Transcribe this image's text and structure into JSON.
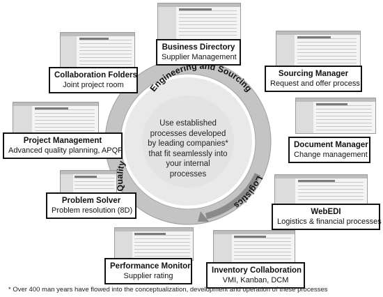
{
  "center_text": [
    "Use established",
    "processes developed",
    "by leading companies*",
    "that fit seamlessly into",
    "your internal",
    "processes"
  ],
  "ring_labels": {
    "top": "Engineering and Sourcing",
    "right": "Logistics",
    "left": "Quality"
  },
  "modules": [
    {
      "title": "Business Directory",
      "subtitle": "Supplier Management"
    },
    {
      "title": "Collaboration Folders",
      "subtitle": "Joint project room"
    },
    {
      "title": "Sourcing Manager",
      "subtitle": "Request and offer process"
    },
    {
      "title": "Project Management",
      "subtitle": "Advanced quality planning, APQP"
    },
    {
      "title": "Document Manager",
      "subtitle": "Change management"
    },
    {
      "title": "Problem Solver",
      "subtitle": "Problem resolution (8D)"
    },
    {
      "title": "WebEDI",
      "subtitle": "Logistics &  financial processes"
    },
    {
      "title": "Performance Monitor",
      "subtitle": "Supplier rating"
    },
    {
      "title": "Inventory Collaboration",
      "subtitle": "VMI, Kanban, DCM"
    }
  ],
  "footnote": "* Over 400 man years have flowed into the conceptualization, development and operation of these processes",
  "colors": {
    "ring": "#b3b3b3",
    "inner_disc": "#e6e6e6",
    "arrow": "#8c8c8c",
    "border": "#111111"
  }
}
